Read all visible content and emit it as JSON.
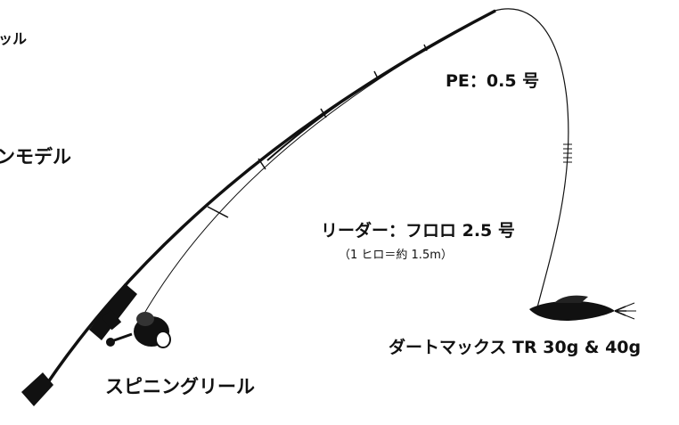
{
  "labels": {
    "top_left_cut": "ッル",
    "mid_left_cut": "ンモデル",
    "pe_line": "PE：0.5 号",
    "leader_line": "リーダー：フロロ 2.5 号",
    "leader_note": "（1 ヒロ＝約 1.5m）",
    "lure": "ダートマックス TR  30g & 40g",
    "reel": "スピニングリール"
  },
  "colors": {
    "ink": "#111111",
    "background": "#ffffff"
  }
}
